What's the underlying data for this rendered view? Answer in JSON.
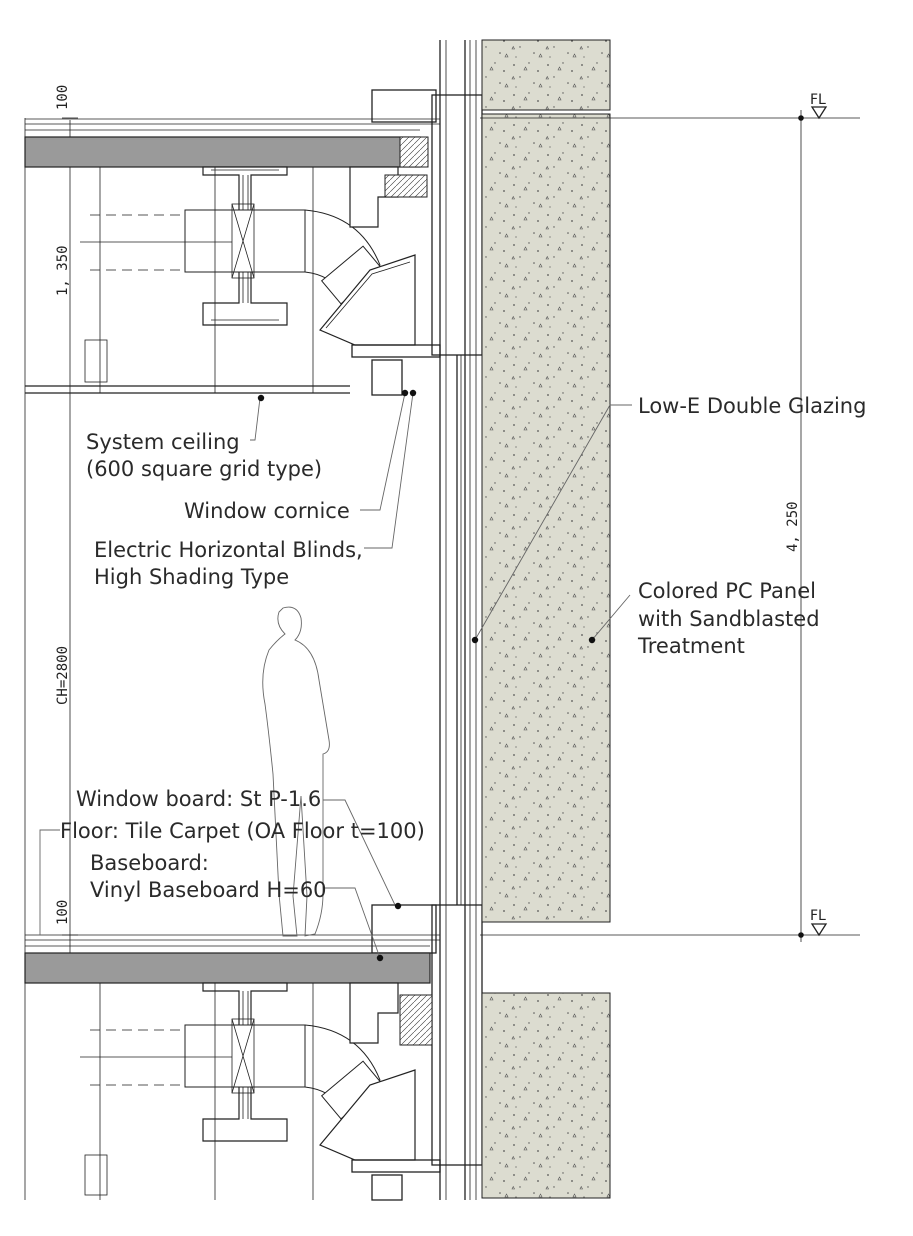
{
  "labels": {
    "system_ceiling_1": "System ceiling",
    "system_ceiling_2": "(600 square grid type)",
    "window_cornice": "Window cornice",
    "blinds_1": "Electric Horizontal Blinds,",
    "blinds_2": "High Shading Type",
    "low_e_glazing": "Low-E Double Glazing",
    "pc_panel_1": "Colored PC Panel",
    "pc_panel_2": "with Sandblasted",
    "pc_panel_3": "Treatment",
    "window_board": "Window board: St P-1.6",
    "floor": "Floor: Tile Carpet (OA Floor t=100)",
    "baseboard_1": "Baseboard:",
    "baseboard_2": "Vinyl Baseboard H=60"
  },
  "dimensions": {
    "top_floor_build_up": "100",
    "ceiling_void": "1, 350",
    "ceiling_height": "CH=2800",
    "bottom_floor_build_up": "100",
    "floor_to_floor": "4, 250"
  },
  "level_marks": {
    "upper": "FL",
    "lower": "FL"
  },
  "colors": {
    "slab_fill": "#9a9a9a",
    "pc_panel_fill": "#dcdcd0",
    "line": "#222222"
  }
}
